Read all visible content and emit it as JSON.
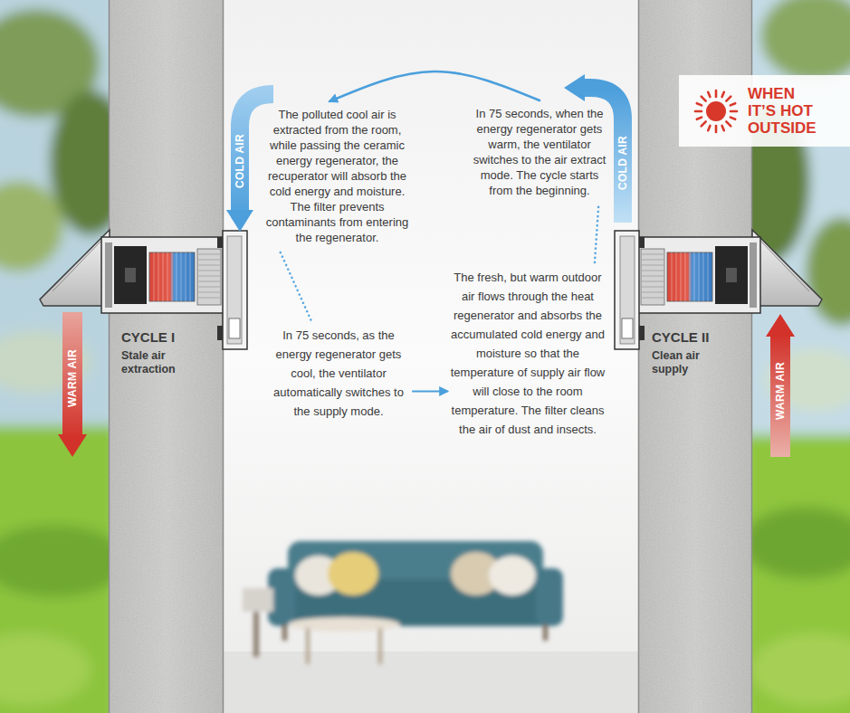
{
  "diagram": {
    "nodes": [
      {
        "text": [
          "The polluted cool air is extracted from the room, while passing the ceramic energy regenerator, the recuperator will absorb the cold energy and moisture. The filter prevents contaminants from entering the regenerator."
        ]
      },
      {
        "text": [
          "In 75 seconds, when the energy regenerator gets warm, the ventilator switches to the air extract mode. The cycle starts from the beginning."
        ]
      },
      {
        "text": [
          "In 75 seconds, as the energy regenerator gets cool, the ventilator automatically switches to the supply mode."
        ]
      },
      {
        "text": [
          "The fresh, but warm outdoor air flows through the heat regenerator and absorbs the accumulated cold energy and moisture so that the temperature of supply air flow will close to the room temperature. The filter cleans the air of dust and insects."
        ]
      },
      {
        "text": [
          "WHEN IT’S HOT OUTSIDE"
        ]
      }
    ],
    "edges": [
      {
        "from": 0,
        "to": 2,
        "arrow": "none"
      },
      {
        "from": 2,
        "to": 3,
        "arrow": "to"
      },
      {
        "from": 3,
        "to": 1,
        "arrow": "none"
      },
      {
        "from": 1,
        "to": 0,
        "arrow": "to"
      }
    ],
    "labels": [
      "COLD AIR",
      "COLD AIR",
      "CYCLE I",
      "Stale air extraction",
      "WARM AIR",
      "CYCLE II",
      "Clean air supply",
      "WARM AIR"
    ]
  }
}
